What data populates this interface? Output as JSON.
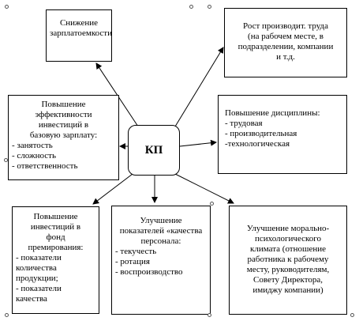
{
  "center": {
    "label": "КП"
  },
  "boxes": {
    "top_left": {
      "lines": [
        "Снижение",
        "зарплатоемкости"
      ]
    },
    "top_right": {
      "lines": [
        "Рост производит. труда",
        "(на рабочем месте, в",
        "подразделении, компании",
        "и т.д."
      ]
    },
    "mid_left": {
      "lines": [
        "Повышение",
        "эффективности",
        "инвестиций в",
        "базовую зарплату:",
        "- занятость",
        "- сложность",
        "- ответственность"
      ]
    },
    "mid_right": {
      "lines": [
        "Повышение дисциплины:",
        "- трудовая",
        "- производительная",
        "-технологическая"
      ]
    },
    "bottom_left": {
      "lines": [
        "Повышение",
        "инвестиций в",
        "фонд",
        "премирования:",
        "- показатели",
        "количества",
        "продукции;",
        "- показатели",
        "качества"
      ]
    },
    "bottom_center": {
      "lines": [
        "Улучшение",
        "показателей «качества",
        "персонала:",
        "- текучесть",
        "- ротация",
        "- воспроизводство"
      ]
    },
    "bottom_right": {
      "lines": [
        "Улучшение морально-",
        "психологического",
        "климата (отношение",
        "работника к рабочему",
        "месту, руководителям,",
        "Совету Директора,",
        "имиджу компании)"
      ]
    }
  },
  "colors": {
    "border": "#000000",
    "background": "#ffffff"
  }
}
